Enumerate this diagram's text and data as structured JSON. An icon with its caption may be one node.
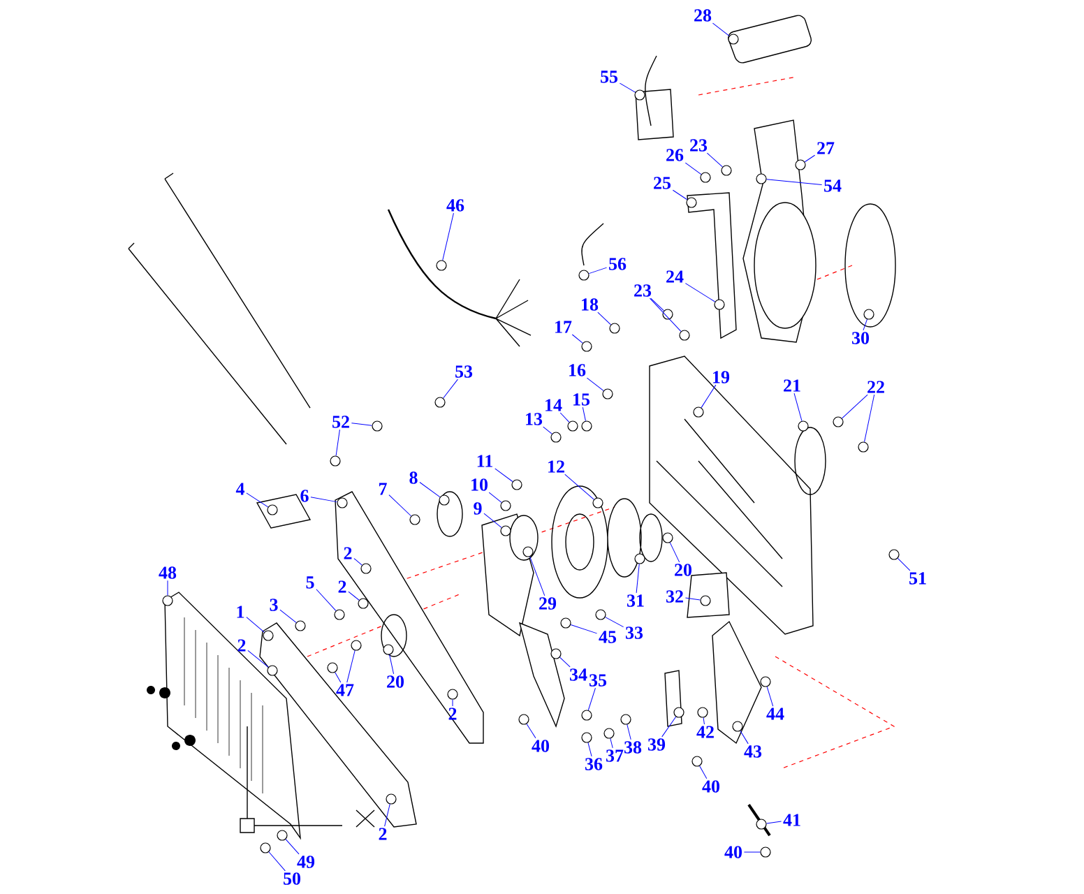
{
  "diagram": {
    "nodes": [
      {
        "text": [
          "28"
        ]
      },
      {
        "text": [
          "55"
        ]
      },
      {
        "text": [
          "23"
        ]
      },
      {
        "text": [
          "27"
        ]
      },
      {
        "text": [
          "26"
        ]
      },
      {
        "text": [
          "25"
        ]
      },
      {
        "text": [
          "54"
        ]
      },
      {
        "text": [
          "46"
        ]
      },
      {
        "text": [
          "56"
        ]
      },
      {
        "text": [
          "24"
        ]
      },
      {
        "text": [
          "23"
        ]
      },
      {
        "text": [
          "18"
        ]
      },
      {
        "text": [
          "17"
        ]
      },
      {
        "text": [
          "30"
        ]
      },
      {
        "text": [
          "16"
        ]
      },
      {
        "text": [
          "53"
        ]
      },
      {
        "text": [
          "19"
        ]
      },
      {
        "text": [
          "21"
        ]
      },
      {
        "text": [
          "22"
        ]
      },
      {
        "text": [
          "15"
        ]
      },
      {
        "text": [
          "14"
        ]
      },
      {
        "text": [
          "13"
        ]
      },
      {
        "text": [
          "52"
        ]
      },
      {
        "text": [
          "11"
        ]
      },
      {
        "text": [
          "12"
        ]
      },
      {
        "text": [
          "8"
        ]
      },
      {
        "text": [
          "10"
        ]
      },
      {
        "text": [
          "4"
        ]
      },
      {
        "text": [
          "7"
        ]
      },
      {
        "text": [
          "6"
        ]
      },
      {
        "text": [
          "9"
        ]
      },
      {
        "text": [
          "2"
        ]
      },
      {
        "text": [
          "20"
        ]
      },
      {
        "text": [
          "48"
        ]
      },
      {
        "text": [
          "51"
        ]
      },
      {
        "text": [
          "5"
        ]
      },
      {
        "text": [
          "2"
        ]
      },
      {
        "text": [
          "29"
        ]
      },
      {
        "text": [
          "32"
        ]
      },
      {
        "text": [
          "31"
        ]
      },
      {
        "text": [
          "3"
        ]
      },
      {
        "text": [
          "1"
        ]
      },
      {
        "text": [
          "33"
        ]
      },
      {
        "text": [
          "45"
        ]
      },
      {
        "text": [
          "2"
        ]
      },
      {
        "text": [
          "34"
        ]
      },
      {
        "text": [
          "35"
        ]
      },
      {
        "text": [
          "20"
        ]
      },
      {
        "text": [
          "47"
        ]
      },
      {
        "text": [
          "44"
        ]
      },
      {
        "text": [
          "2"
        ]
      },
      {
        "text": [
          "42"
        ]
      },
      {
        "text": [
          "39"
        ]
      },
      {
        "text": [
          "40"
        ]
      },
      {
        "text": [
          "38"
        ]
      },
      {
        "text": [
          "43"
        ]
      },
      {
        "text": [
          "37"
        ]
      },
      {
        "text": [
          "36"
        ]
      },
      {
        "text": [
          "40"
        ]
      },
      {
        "text": [
          "41"
        ]
      },
      {
        "text": [
          "2"
        ]
      },
      {
        "text": [
          "40"
        ]
      },
      {
        "text": [
          "49"
        ]
      },
      {
        "text": [
          "50"
        ]
      },
      {
        "text": [],
        "shape": "circle"
      },
      {
        "text": [],
        "shape": "circle"
      },
      {
        "text": [],
        "shape": "circle"
      },
      {
        "text": [],
        "shape": "circle"
      },
      {
        "text": [],
        "shape": "circle"
      },
      {
        "text": [],
        "shape": "circle"
      },
      {
        "text": [],
        "shape": "circle"
      },
      {
        "text": [],
        "shape": "circle"
      },
      {
        "text": [],
        "shape": "circle"
      },
      {
        "text": [],
        "shape": "circle"
      },
      {
        "text": [],
        "shape": "circle"
      },
      {
        "text": [],
        "shape": "circle"
      },
      {
        "text": [],
        "shape": "circle"
      },
      {
        "text": [],
        "shape": "circle"
      },
      {
        "text": [],
        "shape": "circle"
      },
      {
        "text": [],
        "shape": "circle"
      },
      {
        "text": [],
        "shape": "circle"
      },
      {
        "text": [],
        "shape": "circle"
      },
      {
        "text": [],
        "shape": "circle"
      },
      {
        "text": [],
        "shape": "circle"
      },
      {
        "text": [],
        "shape": "circle"
      },
      {
        "text": [],
        "shape": "circle"
      },
      {
        "text": [],
        "shape": "circle"
      },
      {
        "text": [],
        "shape": "circle"
      },
      {
        "text": [],
        "shape": "circle"
      },
      {
        "text": [],
        "shape": "circle"
      },
      {
        "text": [],
        "shape": "circle"
      },
      {
        "text": [],
        "shape": "circle"
      },
      {
        "text": [],
        "shape": "circle"
      },
      {
        "text": [],
        "shape": "circle"
      },
      {
        "text": [],
        "shape": "circle"
      },
      {
        "text": [],
        "shape": "circle"
      },
      {
        "text": [],
        "shape": "circle"
      },
      {
        "text": [],
        "shape": "circle"
      },
      {
        "text": [],
        "shape": "circle"
      },
      {
        "text": [],
        "shape": "circle"
      },
      {
        "text": [],
        "shape": "circle"
      },
      {
        "text": [],
        "shape": "circle"
      },
      {
        "text": [],
        "shape": "circle"
      },
      {
        "text": [],
        "shape": "circle"
      },
      {
        "text": [],
        "shape": "circle"
      },
      {
        "text": [],
        "shape": "circle"
      },
      {
        "text": [],
        "shape": "circle"
      },
      {
        "text": [],
        "shape": "circle"
      },
      {
        "text": [],
        "shape": "circle"
      },
      {
        "text": [],
        "shape": "circle"
      },
      {
        "text": [],
        "shape": "circle"
      },
      {
        "text": [],
        "shape": "circle"
      },
      {
        "text": [],
        "shape": "circle"
      },
      {
        "text": [],
        "shape": "circle"
      },
      {
        "text": [],
        "shape": "circle"
      },
      {
        "text": [],
        "shape": "circle"
      },
      {
        "text": [],
        "shape": "circle"
      },
      {
        "text": [],
        "shape": "circle"
      },
      {
        "text": [],
        "shape": "circle"
      },
      {
        "text": [],
        "shape": "circle"
      },
      {
        "text": [],
        "shape": "circle"
      },
      {
        "text": [],
        "shape": "circle"
      },
      {
        "text": [],
        "shape": "circle"
      },
      {
        "text": [],
        "shape": "circle"
      },
      {
        "text": [],
        "shape": "circle"
      },
      {
        "text": [],
        "shape": "circle"
      },
      {
        "text": [],
        "shape": "circle"
      },
      {
        "text": [],
        "shape": "circle"
      },
      {
        "text": [],
        "shape": "circle"
      },
      {
        "text": [],
        "shape": "circle"
      },
      {
        "text": [],
        "shape": "circle"
      },
      {
        "text": [],
        "shape": "circle"
      }
    ],
    "edges": [
      {
        "from": 0,
        "to": 64,
        "arrow": "none"
      },
      {
        "from": 1,
        "to": 65,
        "arrow": "none"
      },
      {
        "from": 2,
        "to": 66,
        "arrow": "none"
      },
      {
        "from": 3,
        "to": 67,
        "arrow": "none"
      },
      {
        "from": 4,
        "to": 68,
        "arrow": "none"
      },
      {
        "from": 5,
        "to": 69,
        "arrow": "none"
      },
      {
        "from": 6,
        "to": 70,
        "arrow": "none"
      },
      {
        "from": 7,
        "to": 71,
        "arrow": "none"
      },
      {
        "from": 8,
        "to": 72,
        "arrow": "none"
      },
      {
        "from": 9,
        "to": 73,
        "arrow": "none"
      },
      {
        "from": 10,
        "to": 74,
        "arrow": "none"
      },
      {
        "from": 10,
        "to": 75,
        "arrow": "none"
      },
      {
        "from": 11,
        "to": 76,
        "arrow": "none"
      },
      {
        "from": 12,
        "to": 77,
        "arrow": "none"
      },
      {
        "from": 13,
        "to": 78,
        "arrow": "none"
      },
      {
        "from": 14,
        "to": 79,
        "arrow": "none"
      },
      {
        "from": 15,
        "to": 80,
        "arrow": "none"
      },
      {
        "from": 16,
        "to": 81,
        "arrow": "none"
      },
      {
        "from": 17,
        "to": 82,
        "arrow": "none"
      },
      {
        "from": 18,
        "to": 83,
        "arrow": "none"
      },
      {
        "from": 18,
        "to": 84,
        "arrow": "none"
      },
      {
        "from": 19,
        "to": 85,
        "arrow": "none"
      },
      {
        "from": 20,
        "to": 86,
        "arrow": "none"
      },
      {
        "from": 21,
        "to": 87,
        "arrow": "none"
      },
      {
        "from": 22,
        "to": 88,
        "arrow": "none"
      },
      {
        "from": 22,
        "to": 89,
        "arrow": "none"
      },
      {
        "from": 23,
        "to": 90,
        "arrow": "none"
      },
      {
        "from": 24,
        "to": 91,
        "arrow": "none"
      },
      {
        "from": 25,
        "to": 92,
        "arrow": "none"
      },
      {
        "from": 26,
        "to": 93,
        "arrow": "none"
      },
      {
        "from": 27,
        "to": 94,
        "arrow": "none"
      },
      {
        "from": 28,
        "to": 95,
        "arrow": "none"
      },
      {
        "from": 29,
        "to": 96,
        "arrow": "none"
      },
      {
        "from": 30,
        "to": 97,
        "arrow": "none"
      },
      {
        "from": 31,
        "to": 98,
        "arrow": "none"
      },
      {
        "from": 32,
        "to": 99,
        "arrow": "none"
      },
      {
        "from": 33,
        "to": 100,
        "arrow": "none"
      },
      {
        "from": 34,
        "to": 101,
        "arrow": "none"
      },
      {
        "from": 35,
        "to": 102,
        "arrow": "none"
      },
      {
        "from": 36,
        "to": 103,
        "arrow": "none"
      },
      {
        "from": 37,
        "to": 104,
        "arrow": "none"
      },
      {
        "from": 38,
        "to": 105,
        "arrow": "none"
      },
      {
        "from": 39,
        "to": 106,
        "arrow": "none"
      },
      {
        "from": 40,
        "to": 107,
        "arrow": "none"
      },
      {
        "from": 41,
        "to": 108,
        "arrow": "none"
      },
      {
        "from": 42,
        "to": 109,
        "arrow": "none"
      },
      {
        "from": 43,
        "to": 110,
        "arrow": "none"
      },
      {
        "from": 44,
        "to": 111,
        "arrow": "none"
      },
      {
        "from": 45,
        "to": 112,
        "arrow": "none"
      },
      {
        "from": 46,
        "to": 113,
        "arrow": "none"
      },
      {
        "from": 47,
        "to": 114,
        "arrow": "none"
      },
      {
        "from": 48,
        "to": 115,
        "arrow": "none"
      },
      {
        "from": 48,
        "to": 116,
        "arrow": "none"
      },
      {
        "from": 49,
        "to": 117,
        "arrow": "none"
      },
      {
        "from": 50,
        "to": 118,
        "arrow": "none"
      },
      {
        "from": 51,
        "to": 119,
        "arrow": "none"
      },
      {
        "from": 52,
        "to": 120,
        "arrow": "none"
      },
      {
        "from": 53,
        "to": 121,
        "arrow": "none"
      },
      {
        "from": 54,
        "to": 122,
        "arrow": "none"
      },
      {
        "from": 55,
        "to": 123,
        "arrow": "none"
      },
      {
        "from": 56,
        "to": 124,
        "arrow": "none"
      },
      {
        "from": 57,
        "to": 125,
        "arrow": "none"
      },
      {
        "from": 58,
        "to": 126,
        "arrow": "none"
      },
      {
        "from": 59,
        "to": 127,
        "arrow": "none"
      },
      {
        "from": 60,
        "to": 128,
        "arrow": "none"
      },
      {
        "from": 61,
        "to": 129,
        "arrow": "none"
      },
      {
        "from": 62,
        "to": 130,
        "arrow": "none"
      },
      {
        "from": 63,
        "to": 131,
        "arrow": "none"
      }
    ]
  }
}
